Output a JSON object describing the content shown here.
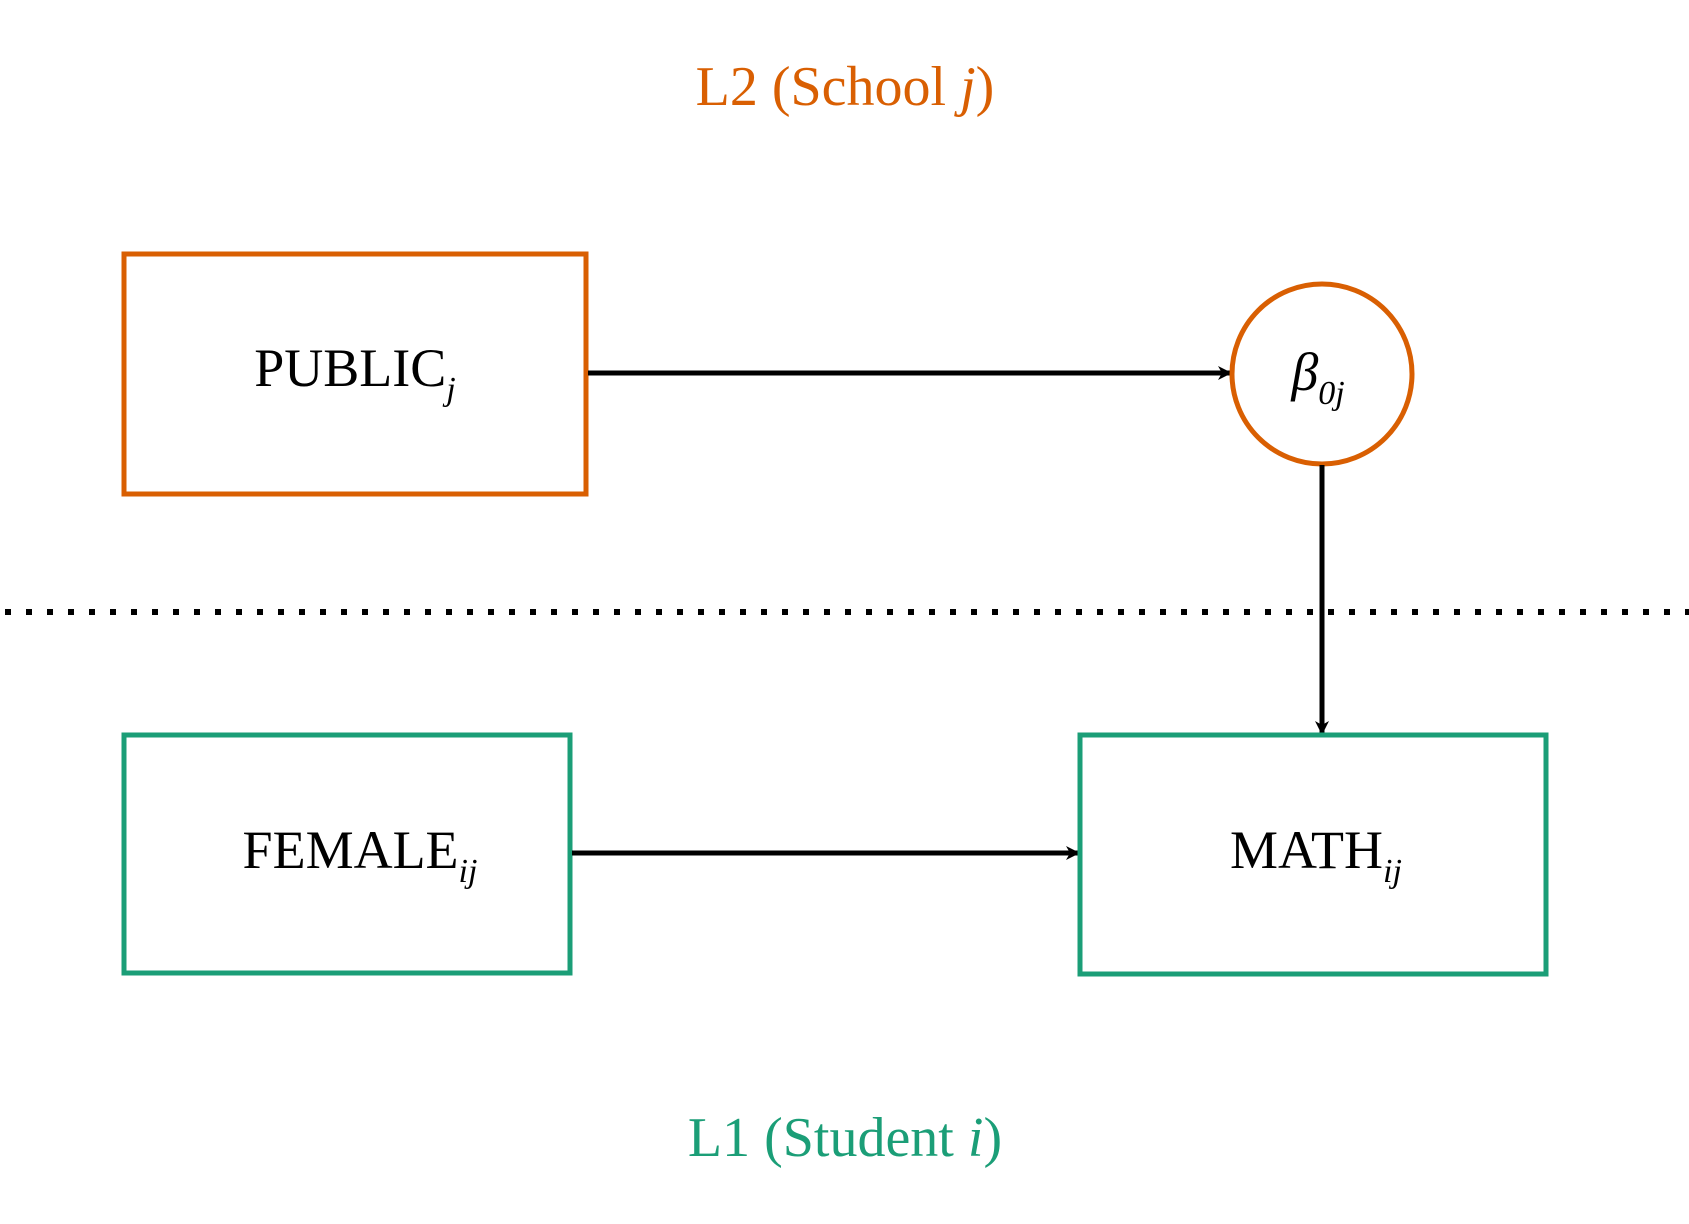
{
  "colors": {
    "level2": "#d95f02",
    "level1": "#1b9e77",
    "edge": "#000000",
    "background": "#ffffff"
  },
  "levels": {
    "l2": {
      "main": "L2 (School ",
      "var": "j",
      "close": ")"
    },
    "l1": {
      "main": "L1 (Student ",
      "var": "i",
      "close": ")"
    }
  },
  "nodes": {
    "public": {
      "name": "PUBLIC",
      "subscript": "j",
      "level": "L2",
      "shape": "box"
    },
    "beta": {
      "name": "β",
      "subscript": "0j",
      "level": "L2",
      "shape": "circle"
    },
    "female": {
      "name": "FEMALE",
      "subscript": "ij",
      "level": "L1",
      "shape": "box"
    },
    "math": {
      "name": "MATH",
      "subscript": "ij",
      "level": "L1",
      "shape": "box"
    }
  },
  "edges": [
    {
      "from": "public",
      "to": "beta"
    },
    {
      "from": "beta",
      "to": "math"
    },
    {
      "from": "female",
      "to": "math"
    }
  ],
  "separator": {
    "style": "dotted",
    "between": [
      "L2",
      "L1"
    ]
  }
}
